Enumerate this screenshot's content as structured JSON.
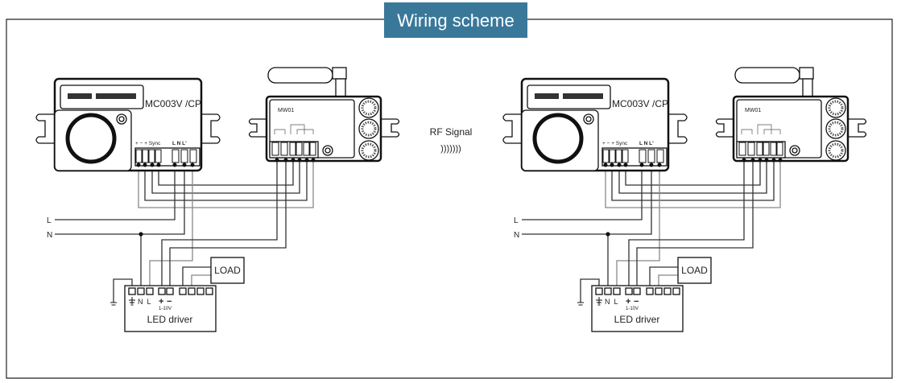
{
  "title": "Wiring scheme",
  "colors": {
    "title_bg": "#3a789a",
    "title_text": "#ffffff",
    "line": "#333333"
  },
  "rf_signal": {
    "label": "RF Signal",
    "waves": ")))))))"
  },
  "sensor": {
    "model": "MC003V /CP",
    "terminals_low": "+ − + Sync",
    "terminals_high": "L  N  L'"
  },
  "receiver": {
    "model": "MW01"
  },
  "mains": {
    "l": "L",
    "n": "N"
  },
  "driver": {
    "label": "LED driver",
    "terminals": "N  L",
    "dim_plus": "+",
    "dim_minus": "−",
    "dim_range": "1-10V"
  },
  "load": {
    "label": "LOAD"
  }
}
